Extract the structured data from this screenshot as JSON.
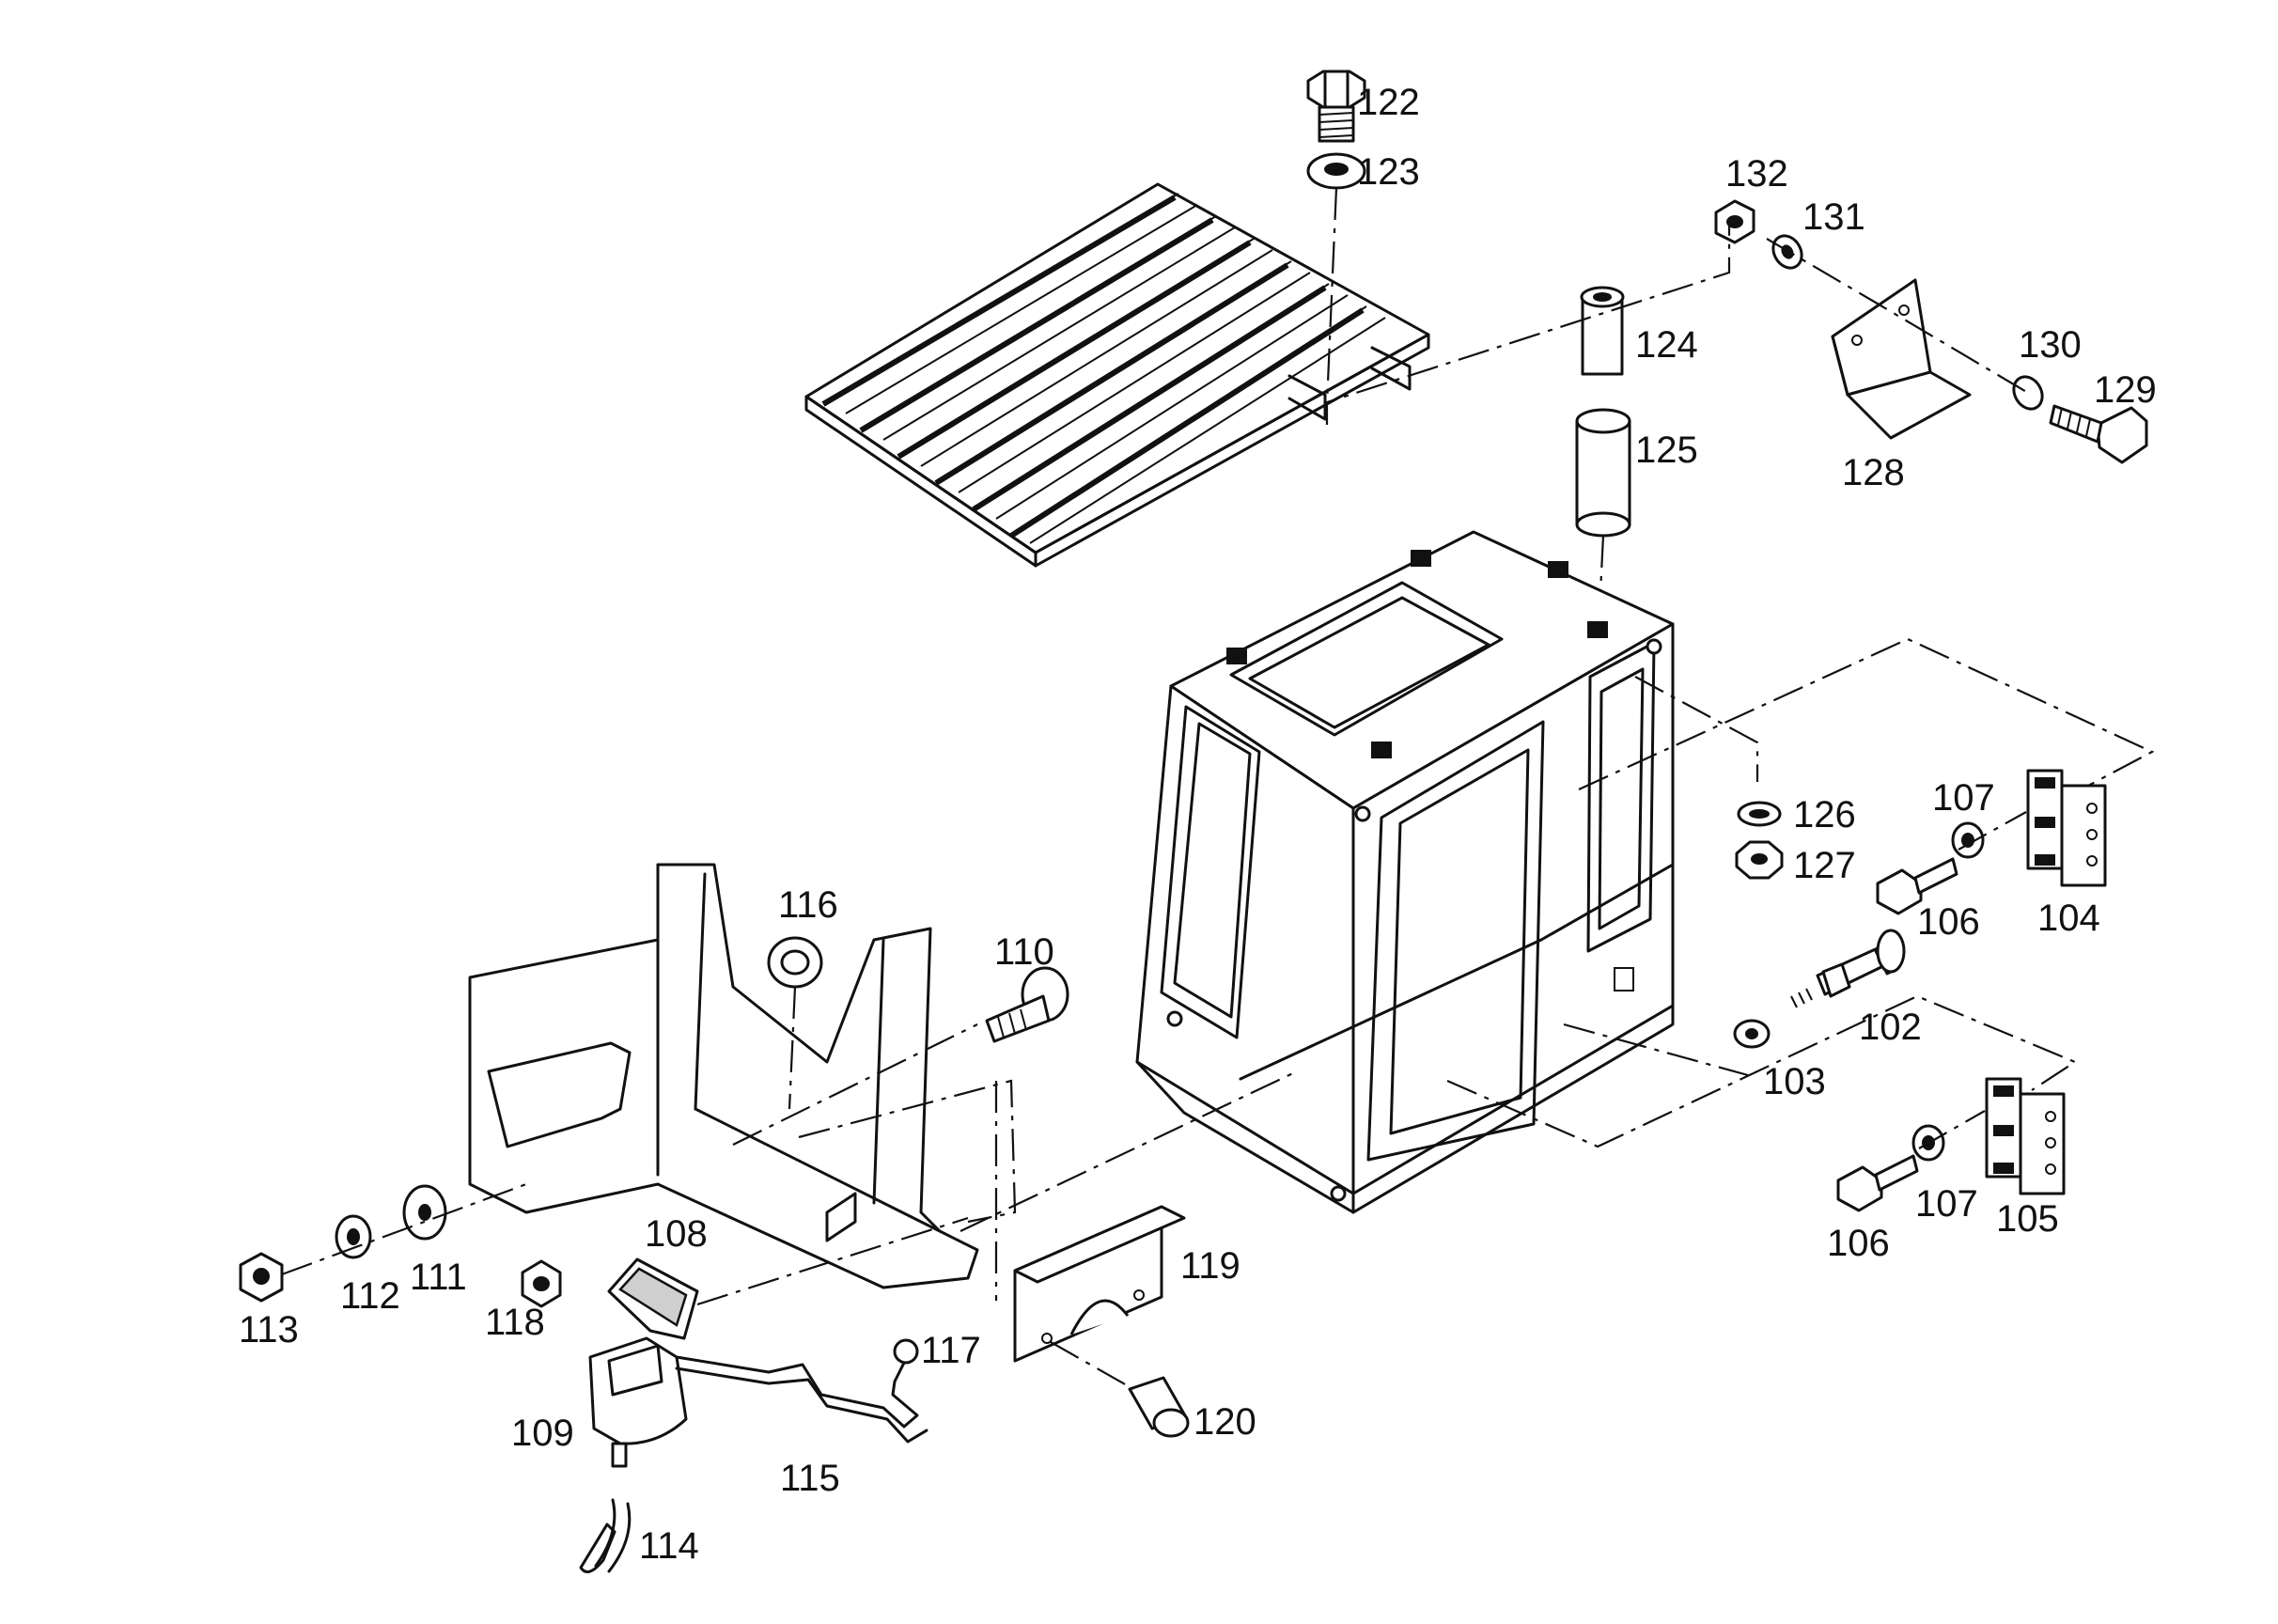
{
  "labels": {
    "p102": "102",
    "p103": "103",
    "p104": "104",
    "p105": "105",
    "p106a": "106",
    "p106b": "106",
    "p107a": "107",
    "p107b": "107",
    "p108": "108",
    "p109": "109",
    "p110": "110",
    "p111": "111",
    "p112": "112",
    "p113": "113",
    "p114": "114",
    "p115": "115",
    "p116": "116",
    "p117": "117",
    "p118": "118",
    "p119": "119",
    "p120": "120",
    "p122": "122",
    "p123": "123",
    "p124": "124",
    "p125": "125",
    "p126": "126",
    "p127": "127",
    "p128": "128",
    "p129": "129",
    "p130": "130",
    "p131": "131",
    "p132": "132"
  }
}
